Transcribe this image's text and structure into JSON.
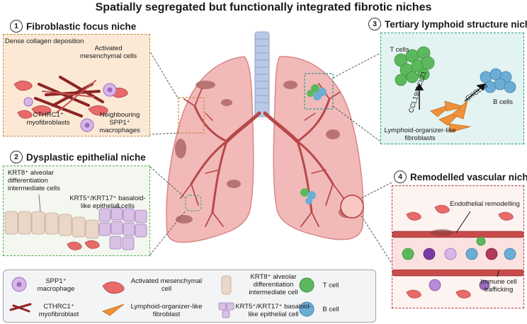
{
  "title": "Spatially segregated but functionally integrated fibrotic niches",
  "niches": [
    {
      "number": "1",
      "name": "Fibroblastic focus niche"
    },
    {
      "number": "2",
      "name": "Dysplastic epithelial niche"
    },
    {
      "number": "3",
      "name": "Tertiary lymphoid structure niche"
    },
    {
      "number": "4",
      "name": "Remodelled vascular niche"
    }
  ],
  "panel1": {
    "collagen": "Dense collagen deposition",
    "activated": "Activated mesenchymal cells",
    "cthrc1": "CTHRC1⁺ myofibroblasts",
    "spp1": "Neighbouring SPP1⁺ macrophages"
  },
  "panel2": {
    "krt8": "KRT8⁺ alveolar differentiation intermediate cells",
    "krt5": "KRT5⁺/KRT17⁺ basaloid-like epithelial cells"
  },
  "panel3": {
    "tcells": "T cells",
    "bcells": "B cells",
    "ccl": "CCL19/CCL21",
    "cxcl13": "CXCL13",
    "lof": "Lymphoid-organizer-like fibroblasts"
  },
  "panel4": {
    "endo": "Endothelial remodelling",
    "immune": "Immune cell trafficking"
  },
  "legend": [
    {
      "label": "SPP1⁺ macrophage",
      "icon": "macrophage-icon",
      "color": "#b98ad6"
    },
    {
      "label": "Activated mesenchymal cell",
      "icon": "mesenchymal-cell-icon",
      "color": "#e86a6a"
    },
    {
      "label": "KRT8⁺ alveolar differentiation intermediate cell",
      "icon": "krt8-cell-icon",
      "color": "#ead7c8"
    },
    {
      "label": "T cell",
      "icon": "t-cell-icon",
      "color": "#5cb85c"
    },
    {
      "label": "CTHRC1⁺ myofibroblast",
      "icon": "myofibroblast-icon",
      "color": "#a32a2a"
    },
    {
      "label": "Lymphoid-organizer-like fibroblast",
      "icon": "lymphoid-organizer-fibroblast-icon",
      "color": "#f0913a"
    },
    {
      "label": "KRT5⁺/KRT17⁺ basaloid-like epithelial cell",
      "icon": "basaloid-cell-icon",
      "color": "#c9a9d8"
    },
    {
      "label": "B cell",
      "icon": "b-cell-icon",
      "color": "#6aaed6"
    }
  ],
  "colors": {
    "panel1_border": "#c98a3e",
    "panel1_bg": "#fbe9d6",
    "panel2_border": "#4caf50",
    "panel2_bg": "#f3f7ef",
    "panel3_border": "#2a9d8f",
    "panel3_bg": "#e3f3f1",
    "panel4_border": "#b23a3a",
    "panel4_bg": "#fdf3f1",
    "lung": "#f2b9b9",
    "trachea": "#b9c8e6"
  }
}
